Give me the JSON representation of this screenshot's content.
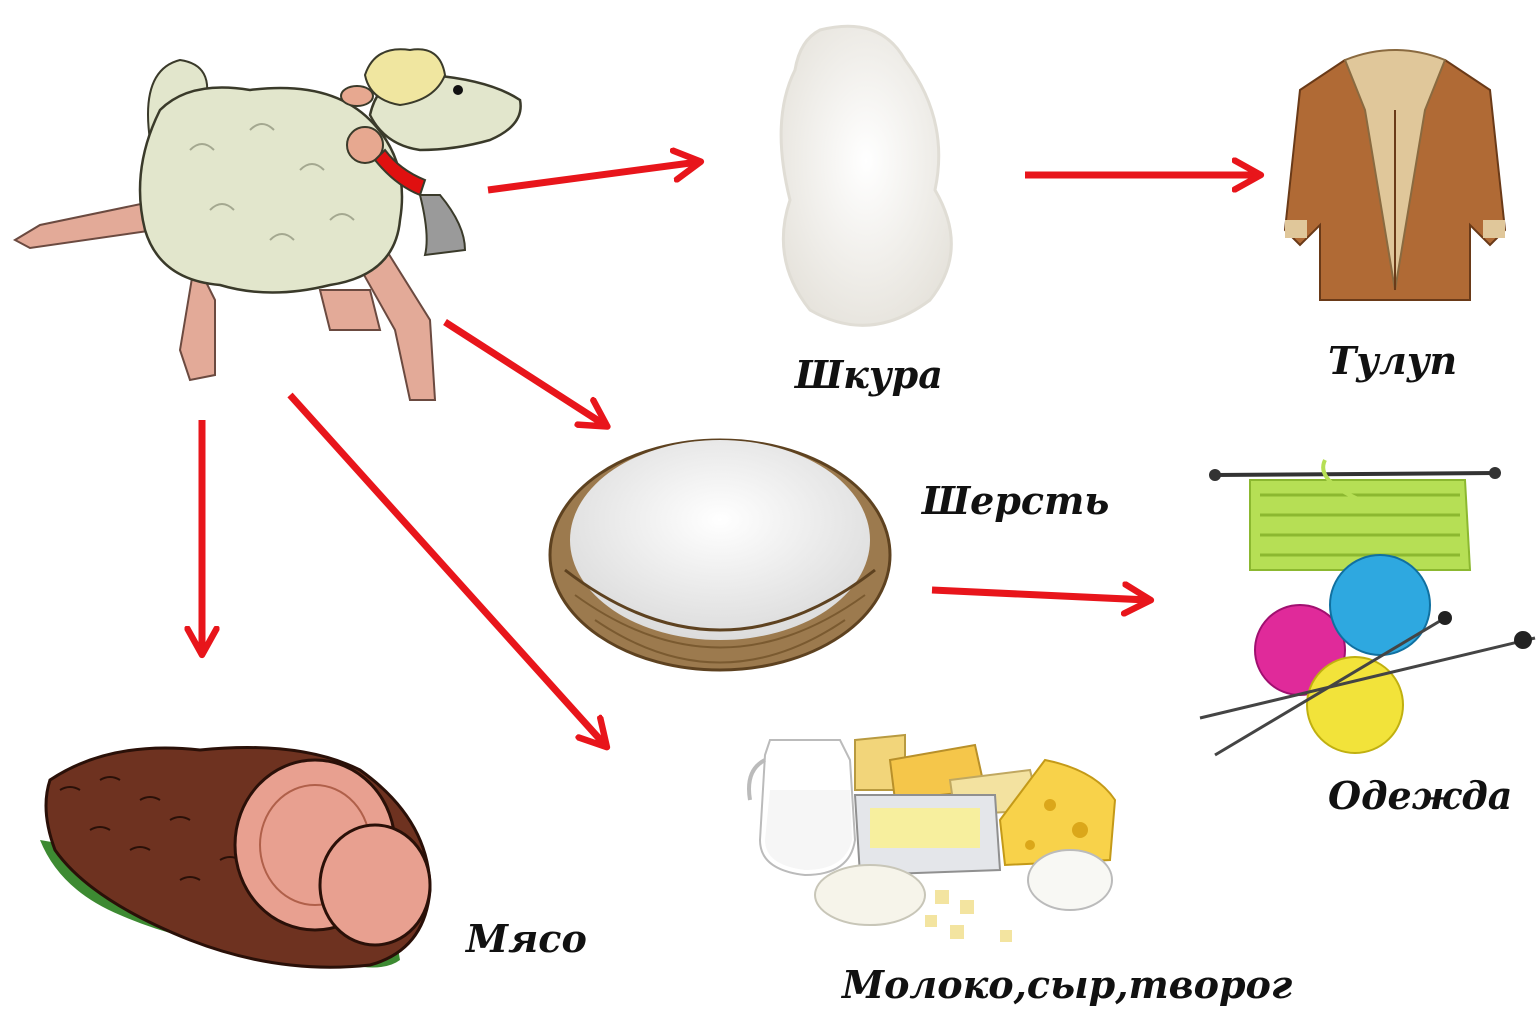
{
  "labels": {
    "skin": "Шкура",
    "coat": "Тулуп",
    "wool": "Шерсть",
    "clothes": "Одежда",
    "meat": "Мясо",
    "dairy": "Молоко,сыр,творог"
  },
  "colors": {
    "arrow": "#e8151b",
    "sheep_body": "#e2e6cc",
    "sheep_legs": "#e3aa98",
    "collar": "#e01010",
    "bell": "#9a9a9a"
  }
}
